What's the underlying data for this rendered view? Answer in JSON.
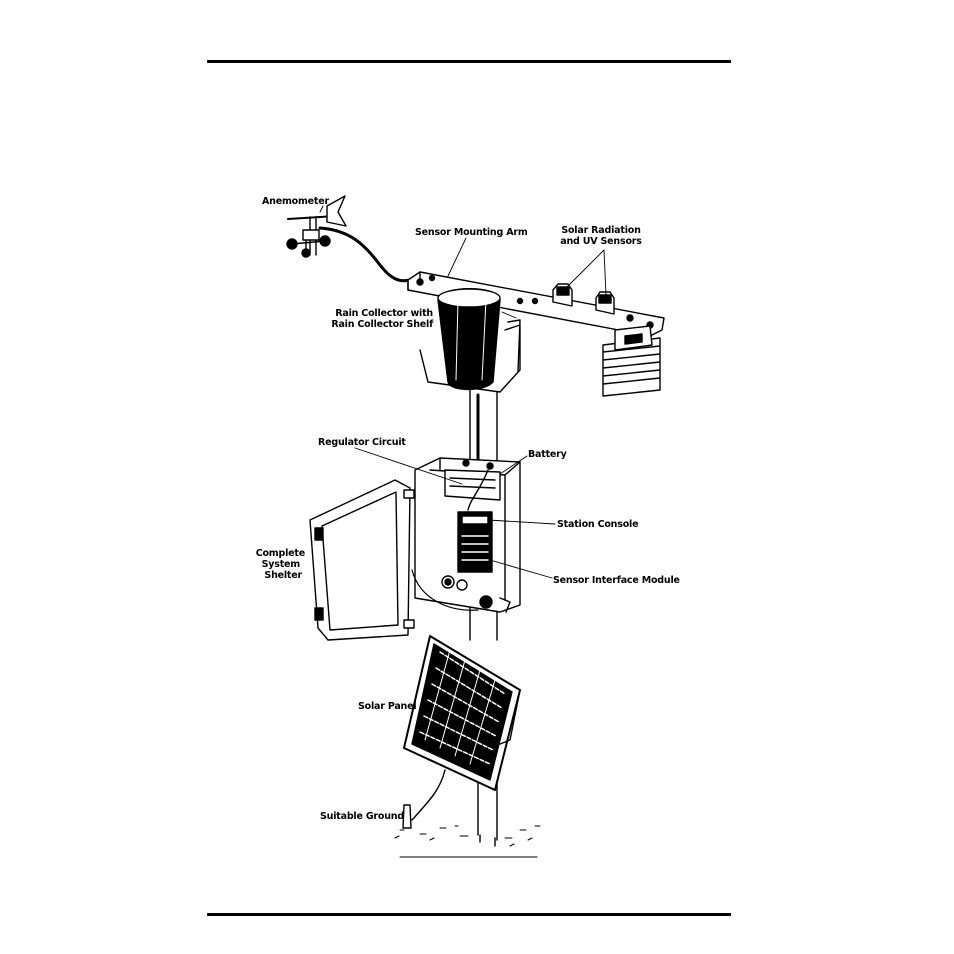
{
  "labels": {
    "anemometer": "Anemometer",
    "sensor_mounting_arm": "Sensor Mounting Arm",
    "solar_radiation_1": "Solar Radiation",
    "solar_radiation_2": "and UV Sensors",
    "rain_collector_1": "Rain Collector with",
    "rain_collector_2": "Rain Collector Shelf",
    "regulator_circuit": "Regulator Circuit",
    "battery": "Battery",
    "station_console": "Station Console",
    "shelter_1": "Complete",
    "shelter_2": "System",
    "shelter_3": "Shelter",
    "sensor_interface_module": "Sensor Interface Module",
    "solar_panel": "Solar Panel",
    "suitable_ground": "Suitable Ground"
  }
}
